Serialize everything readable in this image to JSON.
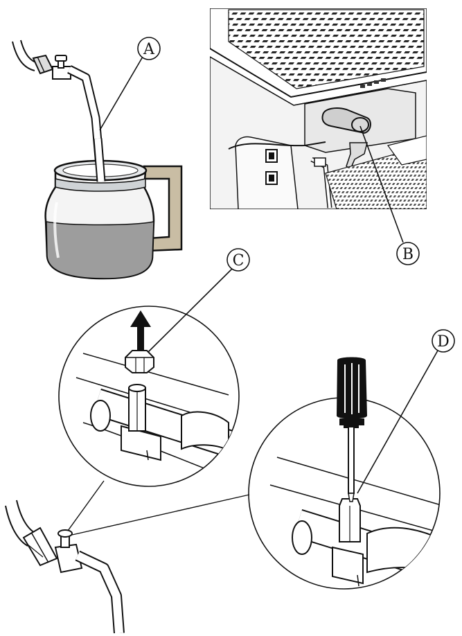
{
  "callouts": {
    "a": "A",
    "b": "B",
    "c": "C",
    "d": "D"
  },
  "colors": {
    "ink": "#111111",
    "liquid": "#9b9b9b",
    "glass_light": "#f2f2f2",
    "handle": "#c9bda4",
    "machine_body": "#efefef",
    "grill": "#2b2b2b"
  }
}
